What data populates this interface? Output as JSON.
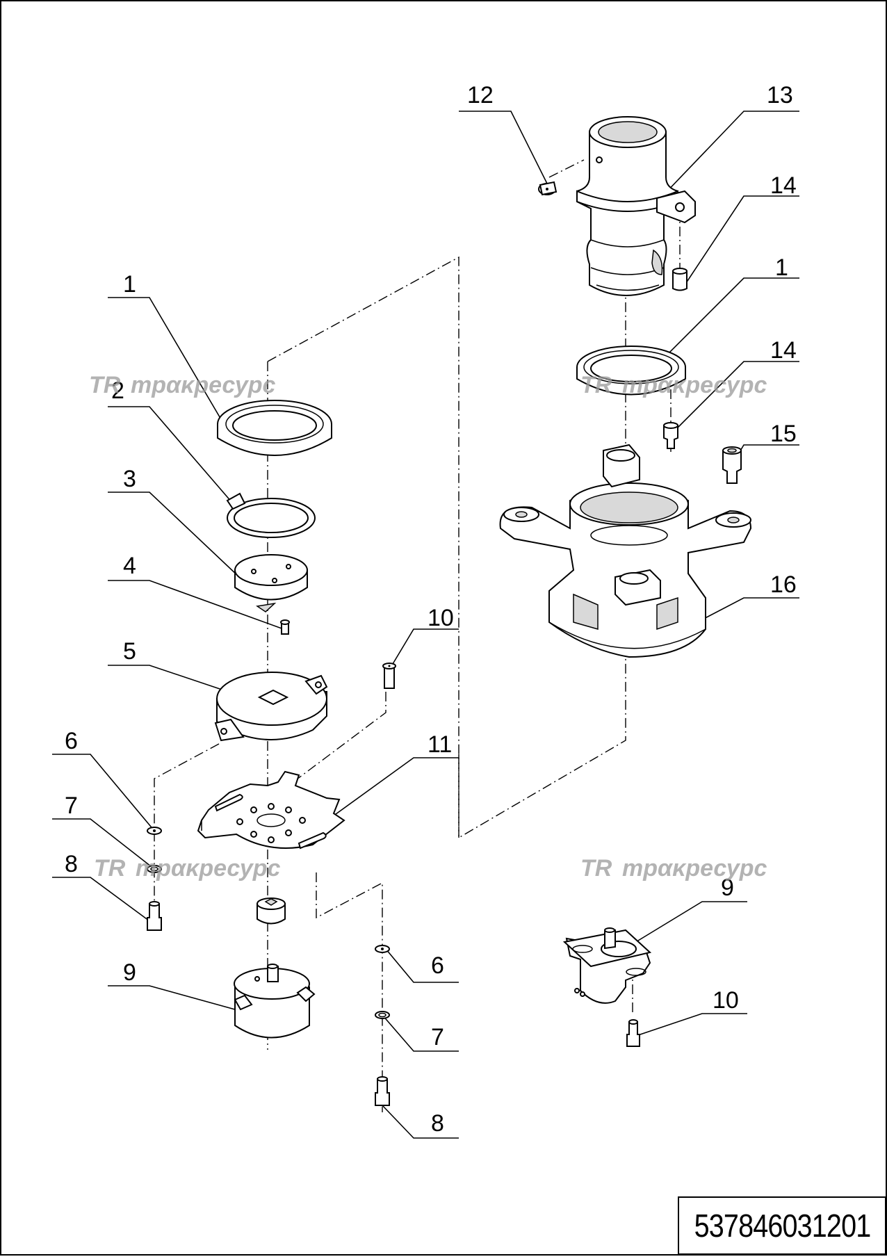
{
  "callouts": {
    "c12": "12",
    "c13": "13",
    "c14a": "14",
    "c1a": "1",
    "c14b": "14",
    "c15": "15",
    "c16": "16",
    "c1b": "1",
    "c2": "2",
    "c3": "3",
    "c4": "4",
    "c5": "5",
    "c10a": "10",
    "c11": "11",
    "c6a": "6",
    "c7a": "7",
    "c8a": "8",
    "c9a": "9",
    "c6b": "6",
    "c7b": "7",
    "c8b": "8",
    "c9b": "9",
    "c10b": "10"
  },
  "watermark": {
    "text": "трακресурс",
    "logo": "TR"
  },
  "drawing_code": "537846031201"
}
